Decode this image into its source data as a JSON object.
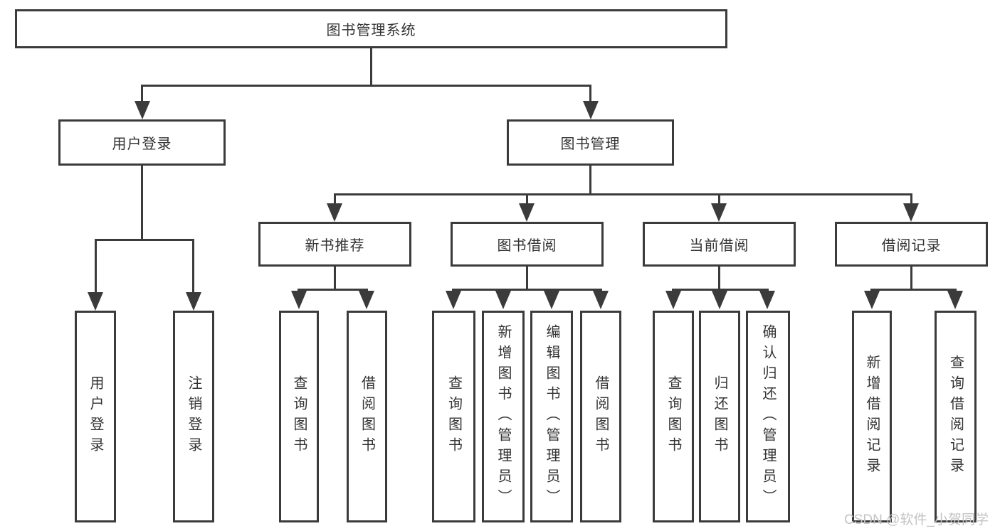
{
  "root": {
    "label": "图书管理系统"
  },
  "branches": [
    {
      "label": "用户登录",
      "leaves": [
        {
          "label": "用户登录"
        },
        {
          "label": "注销登录"
        }
      ]
    },
    {
      "label": "图书管理",
      "groups": [
        {
          "label": "新书推荐",
          "leaves": [
            {
              "label": "查询图书"
            },
            {
              "label": "借阅图书"
            }
          ]
        },
        {
          "label": "图书借阅",
          "leaves": [
            {
              "label": "查询图书"
            },
            {
              "label": "新增图书（管理员）"
            },
            {
              "label": "编辑图书（管理员）"
            },
            {
              "label": "借阅图书"
            }
          ]
        },
        {
          "label": "当前借阅",
          "leaves": [
            {
              "label": "查询图书"
            },
            {
              "label": "归还图书"
            },
            {
              "label": "确认归还（管理员）"
            }
          ]
        },
        {
          "label": "借阅记录",
          "leaves": [
            {
              "label": "新增借阅记录"
            },
            {
              "label": "查询借阅记录"
            }
          ]
        }
      ]
    }
  ],
  "watermark": {
    "text": "CSDN @软件_小贺同学"
  },
  "colors": {
    "line": "#3b3b3b",
    "text": "#333333",
    "box_bg": "#ffffff",
    "background": "#ffffff",
    "watermark": "#c3c3c3"
  }
}
